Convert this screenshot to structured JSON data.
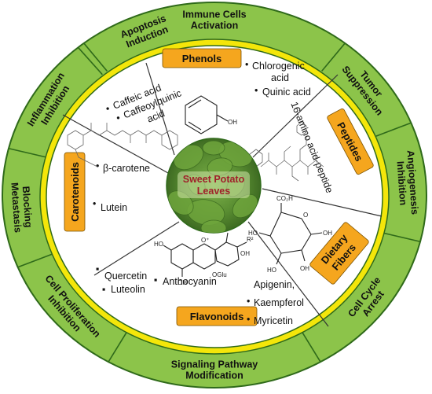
{
  "ring": {
    "labels": [
      [
        "Immune Cells",
        "Activation"
      ],
      [
        "Tumor",
        "Suppression"
      ],
      [
        "Angiogenesis",
        "Inhibition"
      ],
      [
        "Cell Cycle",
        "Arrest"
      ],
      [
        "Signaling Pathway",
        "Modification"
      ],
      [
        "Cell Proliferation",
        "Inhibition"
      ],
      [
        "Blocking",
        "Metastasis"
      ],
      [
        "Inflammation",
        "Inhibition"
      ],
      [
        "Apoptosis",
        "Induction"
      ]
    ]
  },
  "center": {
    "line1": "Sweet Potato",
    "line2": "Leaves"
  },
  "categories": {
    "phenols": {
      "label": "Phenols",
      "items_left": [
        "Caffeic acid",
        "Caffeoylquinic",
        "acid"
      ],
      "items_right": [
        "Chlorogenic",
        "acid",
        "Quinic acid"
      ],
      "oh": "OH"
    },
    "peptides": {
      "label": "Peptides",
      "item": "16-amino acid-peptide"
    },
    "fibers": {
      "label_1": "Dietary",
      "label_2": "Fibers",
      "mol_labels": [
        "CO₂H",
        "O",
        "HO",
        "OH",
        "HO",
        "OH"
      ]
    },
    "flavonoids": {
      "label": "Flavonoids",
      "items_left": [
        "Quercetin",
        "Luteolin"
      ],
      "item_mid": "Anthocyanin",
      "items_right": [
        "Apigenin,",
        "Kaempferol",
        "Myricetin"
      ],
      "mol_labels": [
        "HO",
        "O⁺",
        "OGlu",
        "OH",
        "R¹",
        "R²",
        "OH"
      ]
    },
    "carotenoids": {
      "label": "Carotenoids",
      "items": [
        "β-carotene",
        "Lutein"
      ]
    }
  },
  "colors": {
    "ring_green": "#8cc44a",
    "ring_border": "#2f6a1a",
    "yellow_band": "#f4e60a",
    "box_orange": "#f5a61e",
    "center_text": "#a0202a",
    "leaf_green": "#5a8e32"
  }
}
